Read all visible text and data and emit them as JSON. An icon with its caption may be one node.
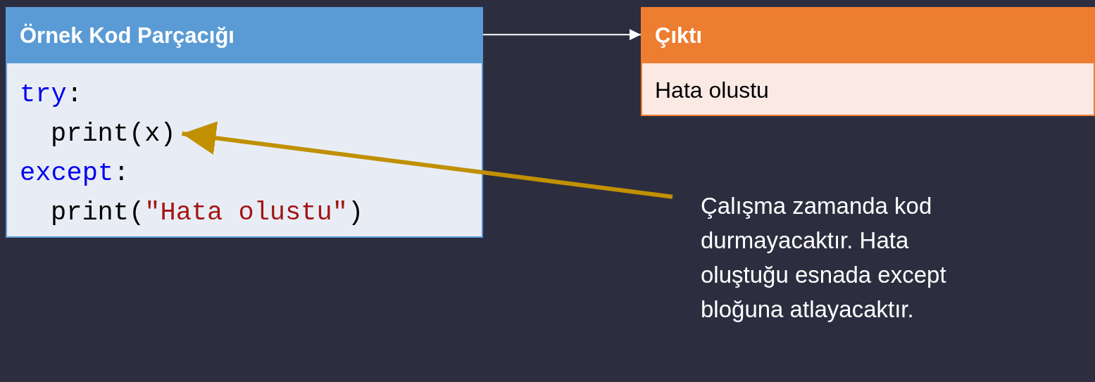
{
  "diagram": {
    "nodes": [
      {
        "text": [
          "Örnek Kod Parçacığı"
        ]
      },
      {
        "text": [
          "try:"
        ],
        "in": 0
      },
      {
        "text": [
          "print(x)"
        ],
        "in": 0
      },
      {
        "text": [
          "except:"
        ],
        "in": 0
      },
      {
        "text": [
          "print(\"Hata olustu\")"
        ],
        "in": 0
      },
      {
        "text": [
          "Çıktı",
          "Hata olustu"
        ]
      },
      {
        "text": [
          "Çalışma zamanda kod durmayacaktır. Hata oluştuğu esnada except bloğuna atlayacaktır."
        ]
      }
    ],
    "edges": [
      {
        "from": 0,
        "to": 5,
        "arrow": "to"
      },
      {
        "from": 6,
        "to": 2,
        "arrow": "to",
        "style": "thick",
        "color": "#c09000"
      }
    ]
  }
}
